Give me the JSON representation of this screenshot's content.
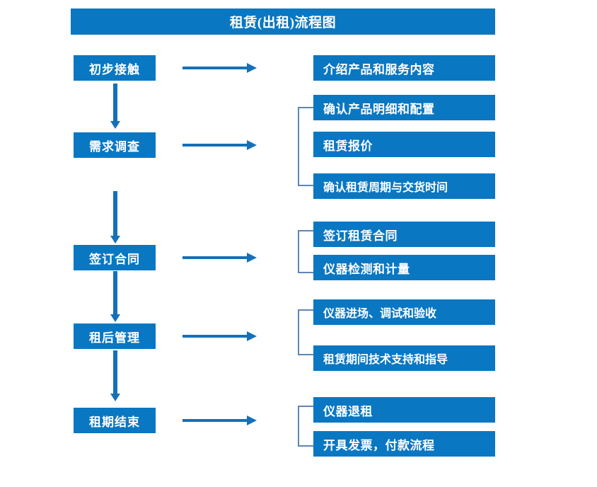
{
  "title": "租赁(出租)流程图",
  "accent_color": "#0a77c2",
  "arrow_color": "#1570b8",
  "bracket_color": "#5e86b5",
  "stages": [
    {
      "id": "initial-contact",
      "label": "初步接触",
      "details": [
        "介绍产品和服务内容"
      ]
    },
    {
      "id": "requirement-survey",
      "label": "需求调查",
      "details": [
        "确认产品明细和配置",
        "租赁报价",
        "确认租赁周期与交货时间"
      ]
    },
    {
      "id": "sign-contract",
      "label": "签订合同",
      "details": [
        "签订租赁合同",
        "仪器检测和计量"
      ]
    },
    {
      "id": "post-rental-management",
      "label": "租后管理",
      "details": [
        "仪器进场、调试和验收",
        "租赁期间技术支持和指导"
      ]
    },
    {
      "id": "lease-end",
      "label": "租期结束",
      "details": [
        "仪器退租",
        "开具发票，付款流程"
      ]
    }
  ]
}
